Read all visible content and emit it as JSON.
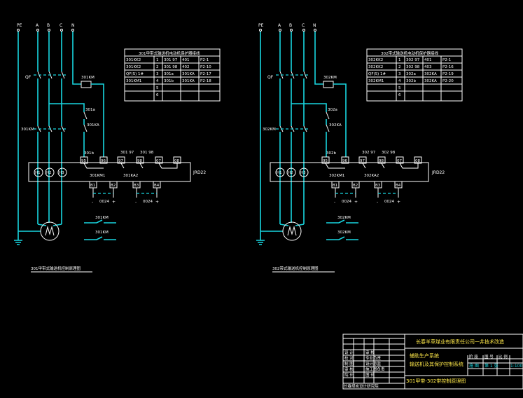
{
  "left": {
    "bus": [
      "PE",
      "A",
      "B",
      "C",
      "N"
    ],
    "qf": "QF",
    "breaker": "301KM",
    "km_coil": "301KM",
    "contact_a": "301a",
    "ka": "301KA",
    "contact_b": "301b",
    "terminal_top": [
      "301 97",
      "301 98"
    ],
    "terminals": [
      "95",
      "96",
      "97",
      "98",
      "07",
      "08"
    ],
    "lamps": [
      "H1",
      "H2",
      "H3"
    ],
    "relay_model": "JRD22",
    "coil_km1": "301KM1",
    "coil_ka2": "301KA2",
    "bottom_terms": [
      "B1",
      "B2",
      "B3",
      "B4"
    ],
    "dc": [
      "0024",
      "0024"
    ],
    "signs": [
      "-",
      "+",
      "-",
      "+"
    ],
    "aux1": "301KM",
    "aux2": "301KM",
    "table_title": "301甲带式输送机电动机保护器接线",
    "table": [
      [
        "301KK2",
        "1",
        "301 97",
        "401",
        "P2-1"
      ],
      [
        "301KK2",
        "2",
        "301 98",
        "402",
        "P2-10"
      ],
      [
        "QF(S) 1#",
        "3",
        "301a",
        "301KA",
        "P2-17"
      ],
      [
        "301KM1",
        "4",
        "301b",
        "301KA",
        "P2-18"
      ],
      [
        "",
        "5",
        "",
        "",
        ""
      ],
      [
        "",
        "6",
        "",
        "",
        ""
      ]
    ],
    "caption": "301甲带式输送机控制原理图"
  },
  "right": {
    "bus": [
      "PE",
      "A",
      "B",
      "C",
      "N"
    ],
    "qf": "QF",
    "breaker": "302KM",
    "km_coil": "302KM",
    "contact_a": "302a",
    "ka": "302KA",
    "contact_b": "302b",
    "terminal_top": [
      "302 97",
      "302 98"
    ],
    "terminals": [
      "95",
      "96",
      "97",
      "98",
      "07",
      "08"
    ],
    "lamps": [
      "H1",
      "H2",
      "H3"
    ],
    "relay_model": "JRD22",
    "coil_km1": "302KM1",
    "coil_ka2": "302KA2",
    "bottom_terms": [
      "B1",
      "B2",
      "B3",
      "B4"
    ],
    "dc": [
      "0024",
      "0024"
    ],
    "signs": [
      "-",
      "+",
      "-",
      "+"
    ],
    "aux1": "302KM",
    "aux2": "302KM",
    "table_title": "302带式输送机电动机保护器接线",
    "table": [
      [
        "302KK2",
        "1",
        "302 97",
        "401",
        "P2-1"
      ],
      [
        "302KK2",
        "2",
        "302 98",
        "403",
        "P2-16"
      ],
      [
        "QF(S) 1#",
        "3",
        "302a",
        "302KA",
        "P2-19"
      ],
      [
        "302KM1",
        "4",
        "302b",
        "302KA",
        "P2-20"
      ],
      [
        "",
        "5",
        "",
        "",
        ""
      ],
      [
        "",
        "6",
        "",
        "",
        ""
      ]
    ],
    "caption": "302带式输送机控制原理图"
  },
  "titleblock": {
    "company": "长春羊草煤业有限责任公司一井技术改造",
    "project": "辅助生产系统",
    "drawing": "输送机及其保护控制系统",
    "drawing_no": "301甲带-302带控制原理图",
    "rows": [
      [
        "设 计",
        "",
        "审 核",
        ""
      ],
      [
        "校 对",
        "",
        "专业负责",
        ""
      ],
      [
        "制 图",
        "",
        "设计总监",
        ""
      ],
      [
        "审 核",
        "",
        "施工图负责",
        ""
      ],
      [
        "院 长",
        "",
        "图 长",
        ""
      ]
    ],
    "footer": "长春煤炭设计研究院",
    "meta_labels": [
      "阶 段",
      "图 号",
      "比 例"
    ],
    "meta_values": [
      "施 图",
      "第 1 张",
      "1:100"
    ]
  },
  "colors": {
    "background": "#000000",
    "wire": "#18d6e0",
    "line": "#ffffff",
    "accent_yellow": "#ffe94a",
    "accent_green": "#3fd24a"
  }
}
